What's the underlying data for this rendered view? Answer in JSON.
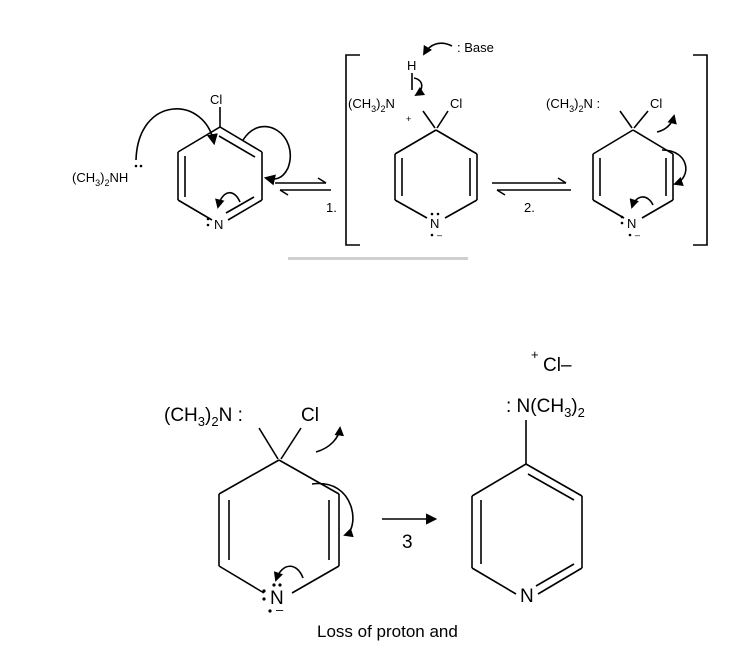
{
  "reaction": {
    "nucleophile": {
      "formula": "(CH3)2NH",
      "text_main": "(CH",
      "sub_3": "3",
      "text_paren": ")",
      "sub_2": "2",
      "text_end": "NH"
    },
    "reactant_ring": {
      "substituent": "Cl",
      "ring_atom": "N"
    },
    "step1_label": "1.",
    "step2_label": "2.",
    "step3_label": "3",
    "base_label": ": Base",
    "h_label": "H",
    "plus_label": "+",
    "minus_label": "–",
    "lone_pair": ":",
    "intermediate1": {
      "amine": "(CH3)2N",
      "substituent": "Cl",
      "ring_atom": "N"
    },
    "intermediate2": {
      "amine": "(CH3)2N :",
      "substituent": "Cl",
      "ring_atom": "N"
    },
    "intermediate3": {
      "amine": "(CH3)2N :",
      "substituent": "Cl",
      "ring_atom": "N"
    },
    "product": {
      "amine": ": N(CH3)2",
      "ring_atom": "N",
      "counter_ion": "Cl–",
      "counter_charge": "+"
    },
    "caption": "Loss of proton and"
  }
}
